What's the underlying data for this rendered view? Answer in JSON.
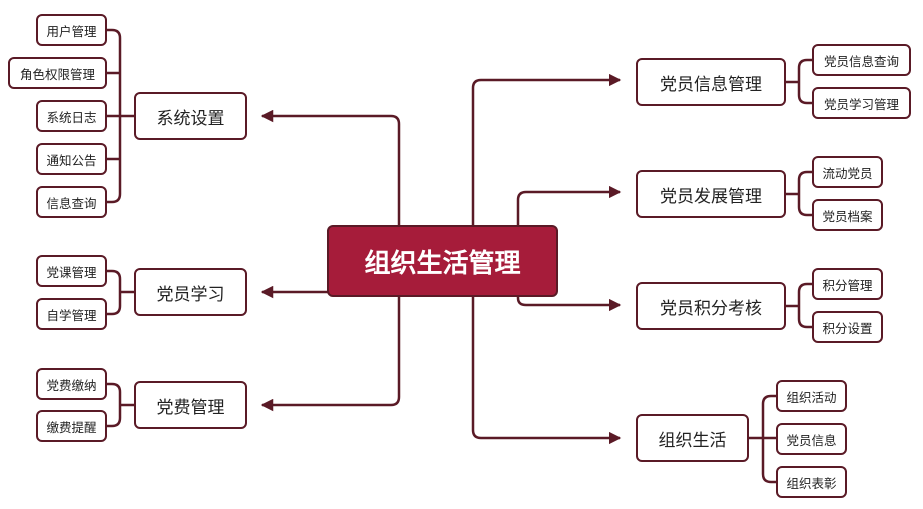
{
  "root": "组织生活管理",
  "left": [
    {
      "label": "系统设置",
      "children": [
        "用户管理",
        "角色权限管理",
        "系统日志",
        "通知公告",
        "信息查询"
      ]
    },
    {
      "label": "党员学习",
      "children": [
        "党课管理",
        "自学管理"
      ]
    },
    {
      "label": "党费管理",
      "children": [
        "党费缴纳",
        "缴费提醒"
      ]
    }
  ],
  "right": [
    {
      "label": "党员信息管理",
      "children": [
        "党员信息查询",
        "党员学习管理"
      ]
    },
    {
      "label": "党员发展管理",
      "children": [
        "流动党员",
        "党员档案"
      ]
    },
    {
      "label": "党员积分考核",
      "children": [
        "积分管理",
        "积分设置"
      ]
    },
    {
      "label": "组织生活",
      "children": [
        "组织活动",
        "党员信息",
        "组织表彰"
      ]
    }
  ],
  "colors": {
    "line": "#5a1a26",
    "root_fill": "#a61c3a",
    "border": "#5a1a26"
  }
}
